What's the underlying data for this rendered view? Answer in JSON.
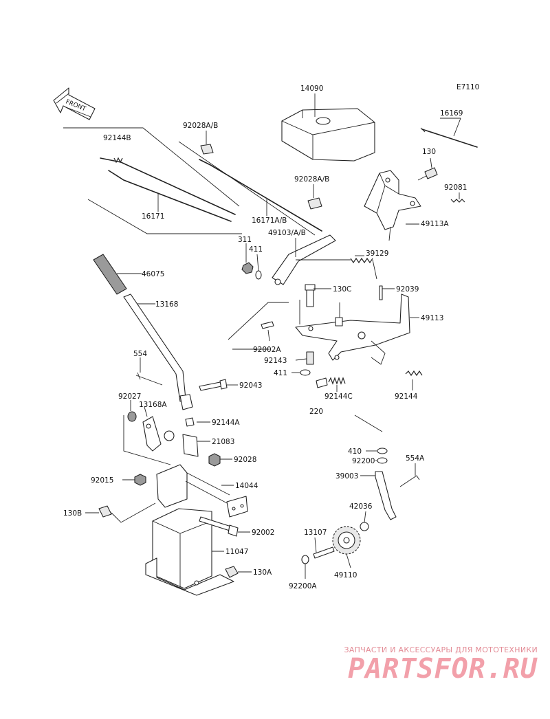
{
  "diagram": {
    "code": "E7110",
    "front_label": "FRONT",
    "parts": {
      "p14090": "14090",
      "p16169": "16169",
      "p92028ab_1": "92028A/B",
      "p92144b": "92144B",
      "p130_top": "130",
      "p92028ab_2": "92028A/B",
      "p92081": "92081",
      "p16171": "16171",
      "p16171ab": "16171A/B",
      "p49113a": "49113A",
      "p311": "311",
      "p49103ab": "49103/A/B",
      "p411_top": "411",
      "p39129": "39129",
      "p46075": "46075",
      "p130c": "130C",
      "p92039": "92039",
      "p13168": "13168",
      "p49113": "49113",
      "p92002a": "92002A",
      "p554": "554",
      "p92143": "92143",
      "p411_mid": "411",
      "p92043": "92043",
      "p92144c": "92144C",
      "p92144": "92144",
      "p92027": "92027",
      "p13168a": "13168A",
      "p220": "220",
      "p92144a": "92144A",
      "p21083": "21083",
      "p410": "410",
      "p92200": "92200",
      "p554a": "554A",
      "p92028": "92028",
      "p92015": "92015",
      "p39003": "39003",
      "p14044": "14044",
      "p42036": "42036",
      "p130b": "130B",
      "p92002": "92002",
      "p13107": "13107",
      "p11047": "11047",
      "p49110": "49110",
      "p130a": "130A",
      "p92200a": "92200A"
    }
  },
  "watermark": {
    "tagline": "ЗАПЧАСТИ И АКСЕССУАРЫ ДЛЯ МОТОТЕХНИКИ",
    "logo": "PARTSFOR.RU"
  }
}
